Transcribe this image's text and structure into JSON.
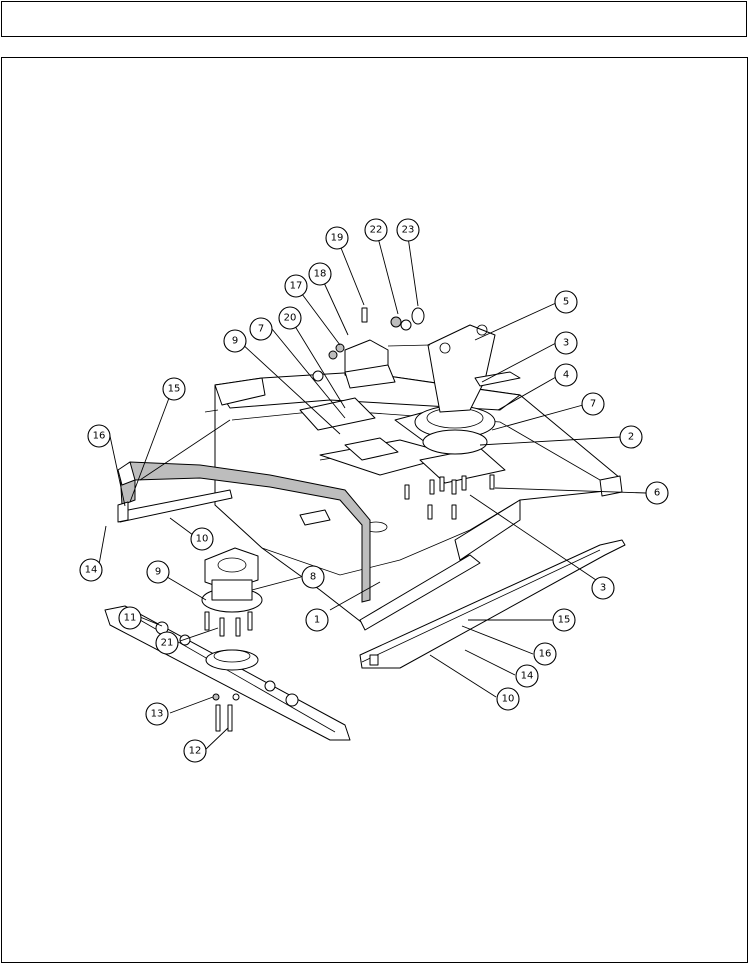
{
  "header": {
    "text": ""
  },
  "callouts": [
    {
      "label": "1"
    },
    {
      "label": "2"
    },
    {
      "label": "3"
    },
    {
      "label": "3"
    },
    {
      "label": "4"
    },
    {
      "label": "5"
    },
    {
      "label": "6"
    },
    {
      "label": "7"
    },
    {
      "label": "7"
    },
    {
      "label": "8"
    },
    {
      "label": "9"
    },
    {
      "label": "9"
    },
    {
      "label": "10"
    },
    {
      "label": "10"
    },
    {
      "label": "11"
    },
    {
      "label": "12"
    },
    {
      "label": "13"
    },
    {
      "label": "14"
    },
    {
      "label": "14"
    },
    {
      "label": "15"
    },
    {
      "label": "15"
    },
    {
      "label": "16"
    },
    {
      "label": "16"
    },
    {
      "label": "17"
    },
    {
      "label": "18"
    },
    {
      "label": "19"
    },
    {
      "label": "20"
    },
    {
      "label": "21"
    },
    {
      "label": "22"
    },
    {
      "label": "23"
    }
  ]
}
